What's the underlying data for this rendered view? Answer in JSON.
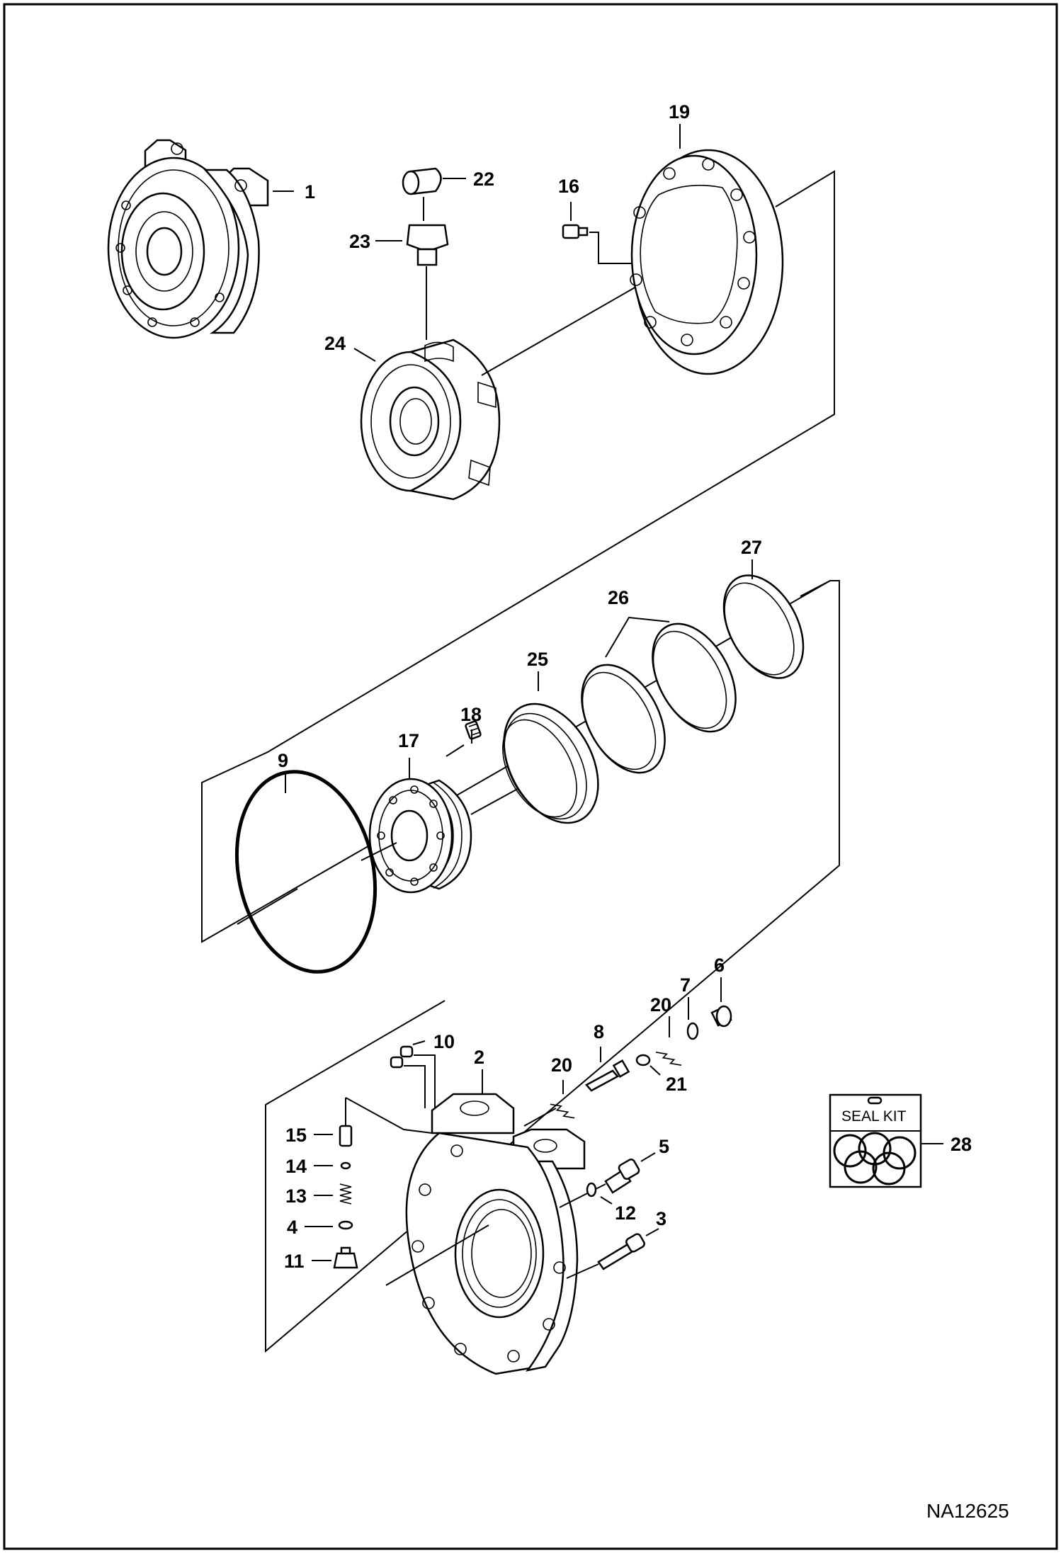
{
  "figure_id": "NA12625",
  "seal_kit": {
    "label": "SEAL KIT",
    "number": "28"
  },
  "callouts": {
    "c1": "1",
    "c2": "2",
    "c3": "3",
    "c4": "4",
    "c5": "5",
    "c6": "6",
    "c7": "7",
    "c8": "8",
    "c9": "9",
    "c10": "10",
    "c11": "11",
    "c12": "12",
    "c13": "13",
    "c14": "14",
    "c15": "15",
    "c16": "16",
    "c17": "17",
    "c18": "18",
    "c19": "19",
    "c20a": "20",
    "c20b": "20",
    "c21": "21",
    "c22": "22",
    "c23": "23",
    "c24": "24",
    "c25": "25",
    "c26": "26",
    "c27": "27"
  }
}
